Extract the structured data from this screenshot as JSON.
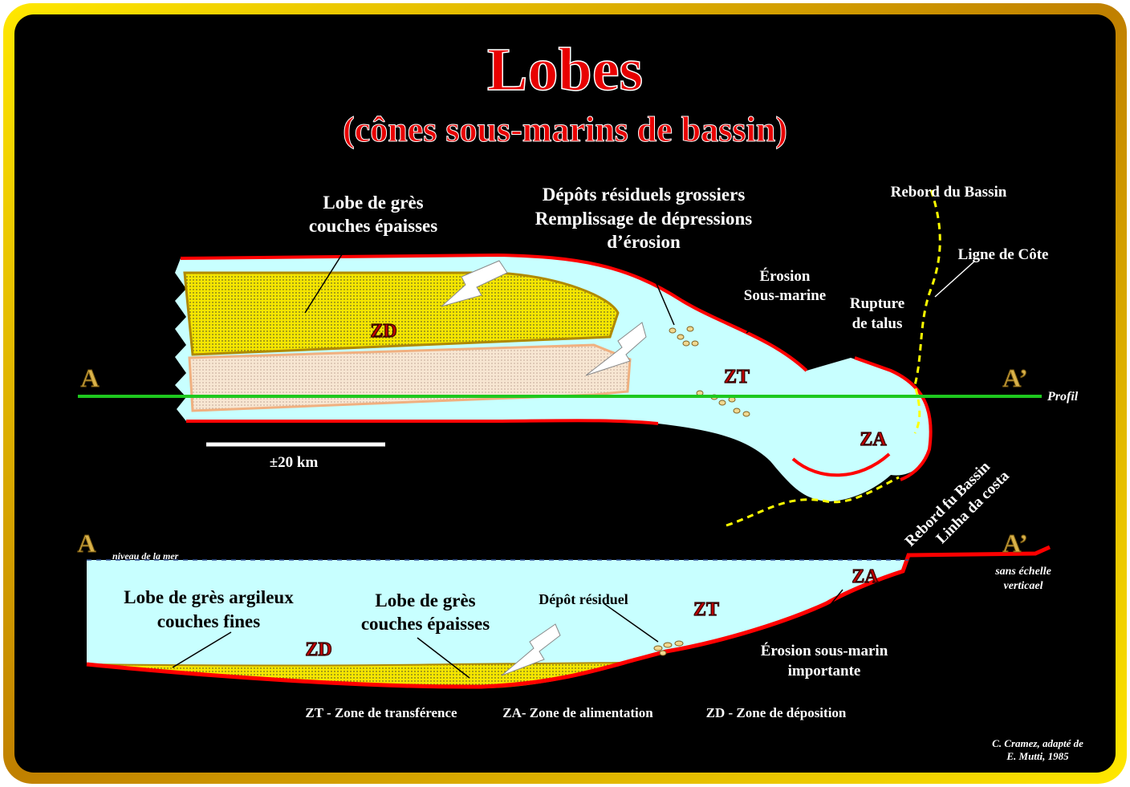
{
  "title": "Lobes",
  "subtitle": "(cônes sous-marins de bassin)",
  "plan_view": {
    "lobe_thick": [
      "Lobe de grès",
      "couches épaisses"
    ],
    "residual": [
      "Dépôts résiduels grossiers",
      "Remplissage de dépressions",
      "d’érosion"
    ],
    "rebord": "Rebord du Bassin",
    "ligne_cote": "Ligne de Côte",
    "erosion": [
      "Érosion",
      "Sous-marine"
    ],
    "rupture": [
      "Rupture",
      "de talus"
    ],
    "zd": "ZD",
    "zt": "ZT",
    "za": "ZA",
    "a": "A",
    "a_prime": "A’",
    "profil": "Profil",
    "scale": "±20 km"
  },
  "section": {
    "a": "A",
    "a_prime": "A’",
    "sea_level": "niveau de la mer",
    "lobe_fine": [
      "Lobe de grès argileux",
      "couches fines"
    ],
    "lobe_thick": [
      "Lobe de grès",
      "couches épaisses"
    ],
    "residual": "Dépôt résiduel",
    "zd": "ZD",
    "zt": "ZT",
    "za": "ZA",
    "erosion": [
      "Érosion sous-marin",
      "importante"
    ],
    "rebord": [
      "Rebord fu Bassin",
      "Linha da costa"
    ],
    "scale_note": [
      "sans échelle",
      "verticael"
    ]
  },
  "legend": {
    "zt": "ZT - Zone de transférence",
    "za": "ZA- Zone de alimentation",
    "zd": "ZD - Zone de déposition"
  },
  "credit": [
    "C. Cramez, adapté de",
    "E. Mutti, 1985"
  ]
}
